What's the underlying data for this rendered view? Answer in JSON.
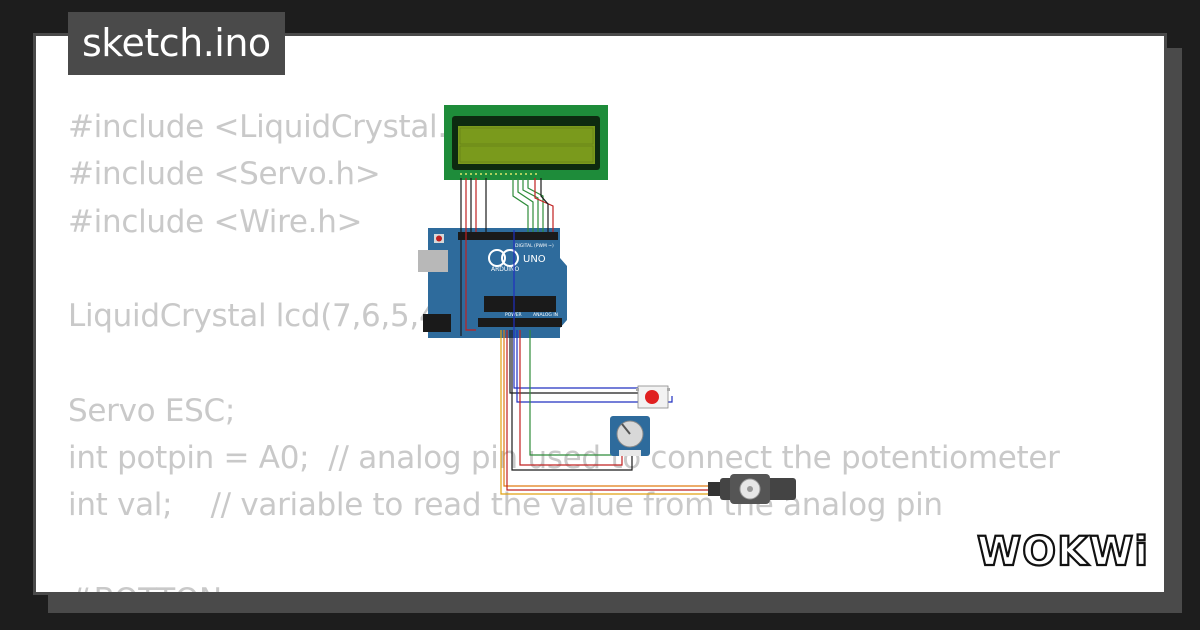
{
  "header": {
    "filename": "sketch.ino"
  },
  "code_lines": [
    "#include <LiquidCrystal.h>",
    "#include <Servo.h>",
    "#include <Wire.h>",
    "",
    "LiquidCrystal lcd(7,6,5,4,3,2);",
    "",
    "Servo ESC;",
    "int potpin = A0;  // analog pin used to connect the potentiometer",
    "int val;    // variable to read the value from the analog pin",
    "",
    "#BOTTON"
  ],
  "circuit": {
    "board": {
      "brand": "ARDUINO",
      "model": "UNO",
      "header_digital": "DIGITAL (PWM ~)",
      "header_power": "POWER",
      "header_analog": "ANALOG IN"
    }
  },
  "brand": {
    "logo_text": "WOKWi"
  },
  "colors": {
    "background": "#1d1d1d",
    "card": "#ffffff",
    "frame": "#4a4a4a",
    "code_text": "#c9c9c9",
    "lcd_pcb": "#1e8c3a",
    "lcd_screen": "#7a9a1c",
    "arduino_board": "#2e6b9c",
    "button_red": "#e02020"
  }
}
